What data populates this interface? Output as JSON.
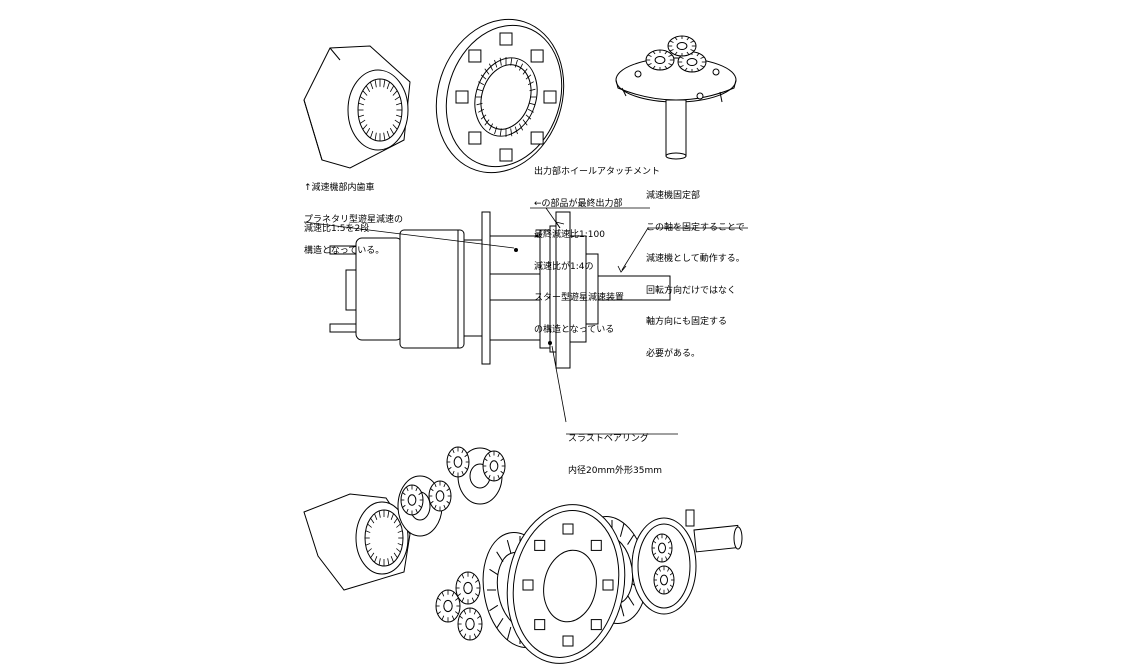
{
  "annotations": {
    "inner_gear": [
      "↑減速機部内歯車",
      "プラネタリ型遊星減速の",
      "構造となっている。"
    ],
    "reduction_ratio": [
      "減速比1:5を2段"
    ],
    "output": [
      "出力部ホイールアタッチメント",
      "←の部品が最終出力部",
      "最終減速比1:100",
      "減速比が1:4の",
      "スター型遊星減速装置",
      "の構造となっている"
    ],
    "fixed_part": [
      "減速機固定部",
      "この軸を固定することで",
      "減速機として動作する。",
      "回転方向だけではなく",
      "軸方向にも固定する",
      "必要がある。"
    ],
    "thrust_bearing": [
      "スラストベアリング",
      "内径20mm外形35mm"
    ]
  }
}
